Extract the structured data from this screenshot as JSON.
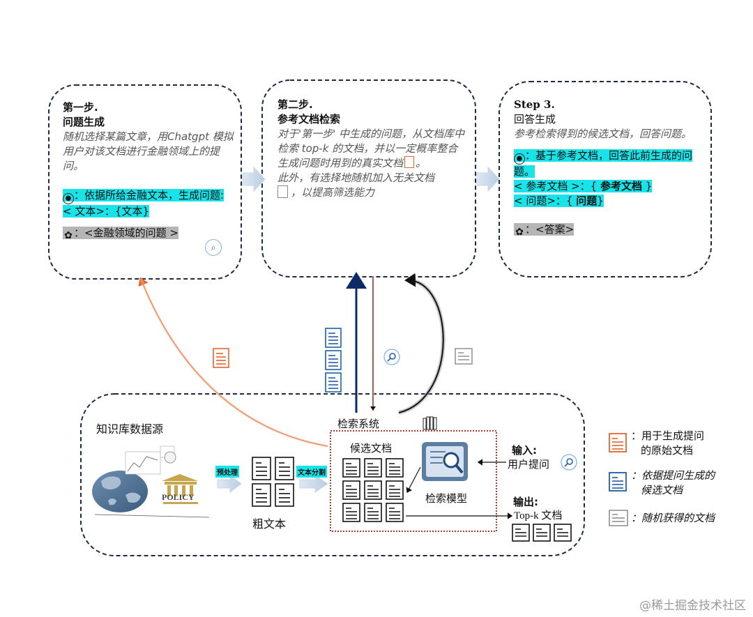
{
  "step1": {
    "title1": "第一步.",
    "title2": "问题生成",
    "desc": "随机选择某篇文章，用Chatgpt 模拟用户对该文档进行金融领域上的提问。",
    "prompt_line1": "：依据所给金融文本，生成问题:",
    "prompt_line2": "< 文本>：{文本}",
    "output": "：<金融领域的问题 >"
  },
  "step2": {
    "title1": "第二步.",
    "title2": "参考文档检索",
    "desc1": "对于'第一步' 中生成的问题，从文档库中检索 top-k 的文档，并以一定概率整合生成问题时用到的真实文档",
    "desc1_end": "。",
    "desc2": "此外，有选择地随机加入无关文档",
    "desc3": "，以提高筛选能力"
  },
  "step3": {
    "title1": "Step 3.",
    "title2": "回答生成",
    "desc": "参考检索得到的候选文档，回答问题。",
    "prompt_line1": "：基于参考文档，回答此前生成的问题。",
    "prompt_line2a": "< 参考文档 >：{ ",
    "prompt_line2b": "参考文档",
    "prompt_line2c": " }",
    "prompt_line3a": "< 问题>：{ ",
    "prompt_line3b": "问题",
    "prompt_line3c": "}",
    "output": "：<答案>"
  },
  "bottom": {
    "kb_source": "知识库数据源",
    "preprocess": "预处理",
    "raw_text": "粗文本",
    "text_split": "文本分割",
    "retrieval_system": "检索系统",
    "candidate_docs": "候选文档",
    "retrieval_model": "检索模型",
    "input_label": "输入:",
    "user_query": "用户提问",
    "output_label": "输出:",
    "topk": "Top-k 文档",
    "policy": "POLICY"
  },
  "legend": {
    "item1_line1": "：用于生成提问",
    "item1_line2": "的原始文档",
    "item2_line1": "：依据提问生成的",
    "item2_line2": "候选文档",
    "item3": "：随机获得的文档"
  },
  "colors": {
    "orange": "#e8632d",
    "blue": "#1f5fa8",
    "gray": "#888888",
    "cyan": "#17e3e8",
    "dash": "#1e2a44"
  },
  "watermark": "@稀土掘金技术社区"
}
